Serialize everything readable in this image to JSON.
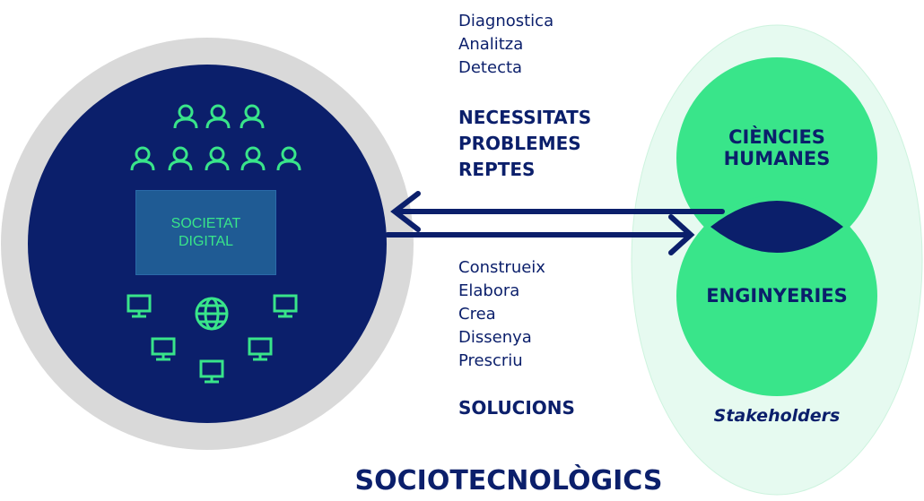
{
  "left": {
    "box_line1": "SOCIETAT",
    "box_line2": "DIGITAL"
  },
  "top_verbs": [
    "Diagnostica",
    "Analitza",
    "Detecta"
  ],
  "top_caps": [
    "NECESSITATS",
    "PROBLEMES",
    "REPTES"
  ],
  "bottom_verbs": [
    "Construeix",
    "Elabora",
    "Crea",
    "Dissenya",
    "Prescriu"
  ],
  "bottom_caps": [
    "SOLUCIONS"
  ],
  "venn": {
    "top_line1": "CIÈNCIES",
    "top_line2": "HUMANES",
    "bottom": "ENGINYERIES",
    "stakeholders": "Stakeholders"
  },
  "footer": "SOCIOTECNOLÒGICS",
  "colors": {
    "navy": "#0b1f6b",
    "green": "#39e58a",
    "grey_ring": "#d9d9d9",
    "pale_mint": "#e6faf0"
  },
  "icons": [
    "person-icon",
    "computer-monitor-icon",
    "globe-icon",
    "arrow-left-icon",
    "arrow-right-icon"
  ]
}
